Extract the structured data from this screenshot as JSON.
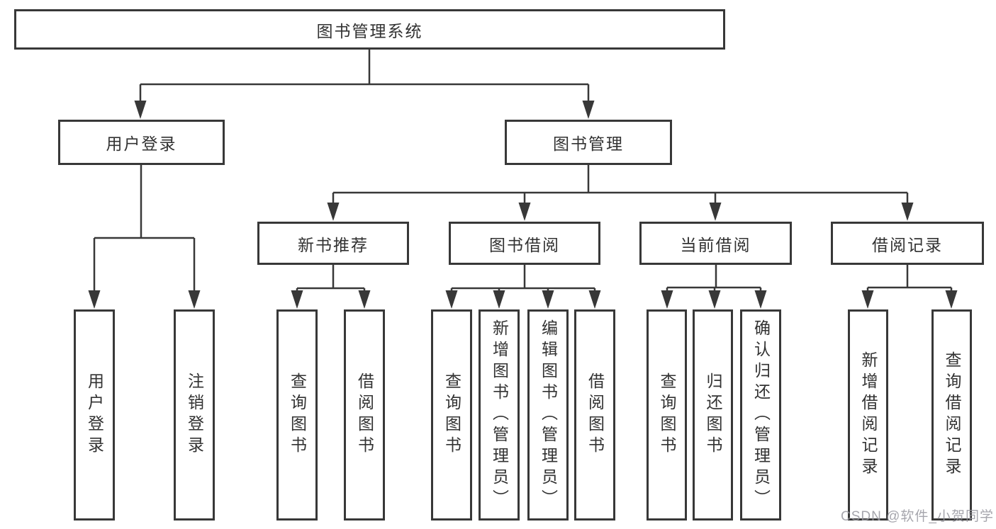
{
  "tree": {
    "label": "图书管理系统",
    "children": [
      {
        "label": "用户登录",
        "children": [
          {
            "label": "用户登录"
          },
          {
            "label": "注销登录"
          }
        ]
      },
      {
        "label": "图书管理",
        "children": [
          {
            "label": "新书推荐",
            "children": [
              {
                "label": "查询图书"
              },
              {
                "label": "借阅图书"
              }
            ]
          },
          {
            "label": "图书借阅",
            "children": [
              {
                "label": "查询图书"
              },
              {
                "label": "新增图书（管理员）"
              },
              {
                "label": "编辑图书（管理员）"
              },
              {
                "label": "借阅图书"
              }
            ]
          },
          {
            "label": "当前借阅",
            "children": [
              {
                "label": "查询图书"
              },
              {
                "label": "归还图书"
              },
              {
                "label": "确认归还（管理员）"
              }
            ]
          },
          {
            "label": "借阅记录",
            "children": [
              {
                "label": "新增借阅记录"
              },
              {
                "label": "查询借阅记录"
              }
            ]
          }
        ]
      }
    ]
  },
  "watermark": {
    "text": "CSDN @软件_小贺同学"
  },
  "colors": {
    "line": "#383838",
    "box_border": "#383838",
    "text": "#323232",
    "watermark": "#97979f",
    "background": "#ffffff"
  }
}
